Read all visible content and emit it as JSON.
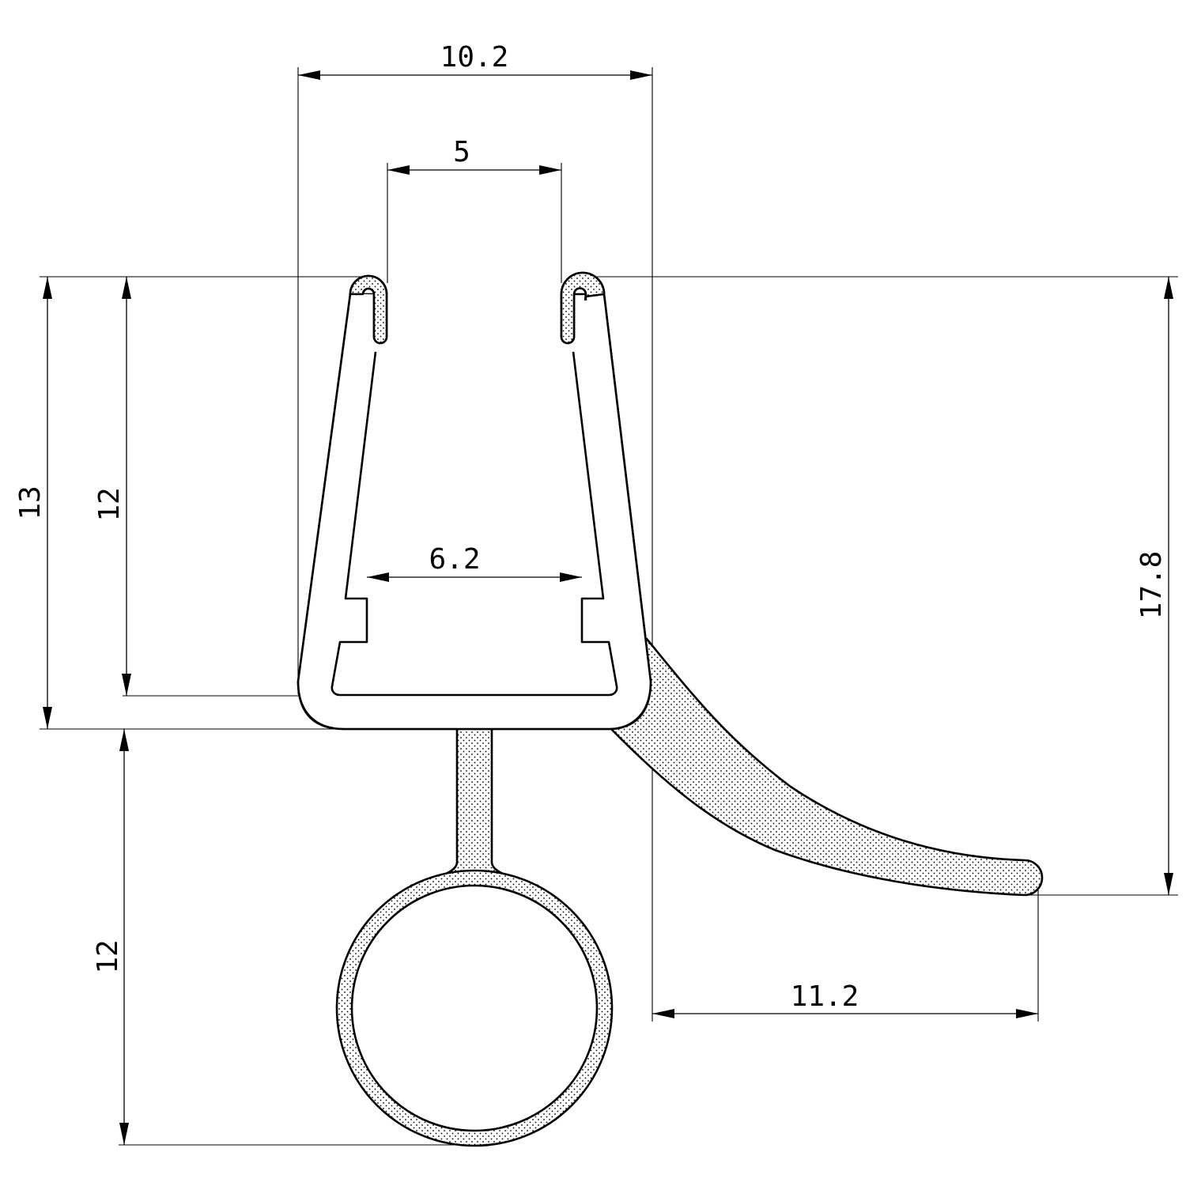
{
  "dimensions": {
    "overall_width": "10.2",
    "opening_width": "5",
    "inner_step_width": "6.2",
    "channel_outer_height": "13",
    "channel_inner_height": "12",
    "bulb_height": "12",
    "fin_height": "17.8",
    "fin_reach": "11.2"
  },
  "colors": {
    "line": "#000000",
    "background": "#ffffff",
    "dot_fill": "#000000"
  }
}
